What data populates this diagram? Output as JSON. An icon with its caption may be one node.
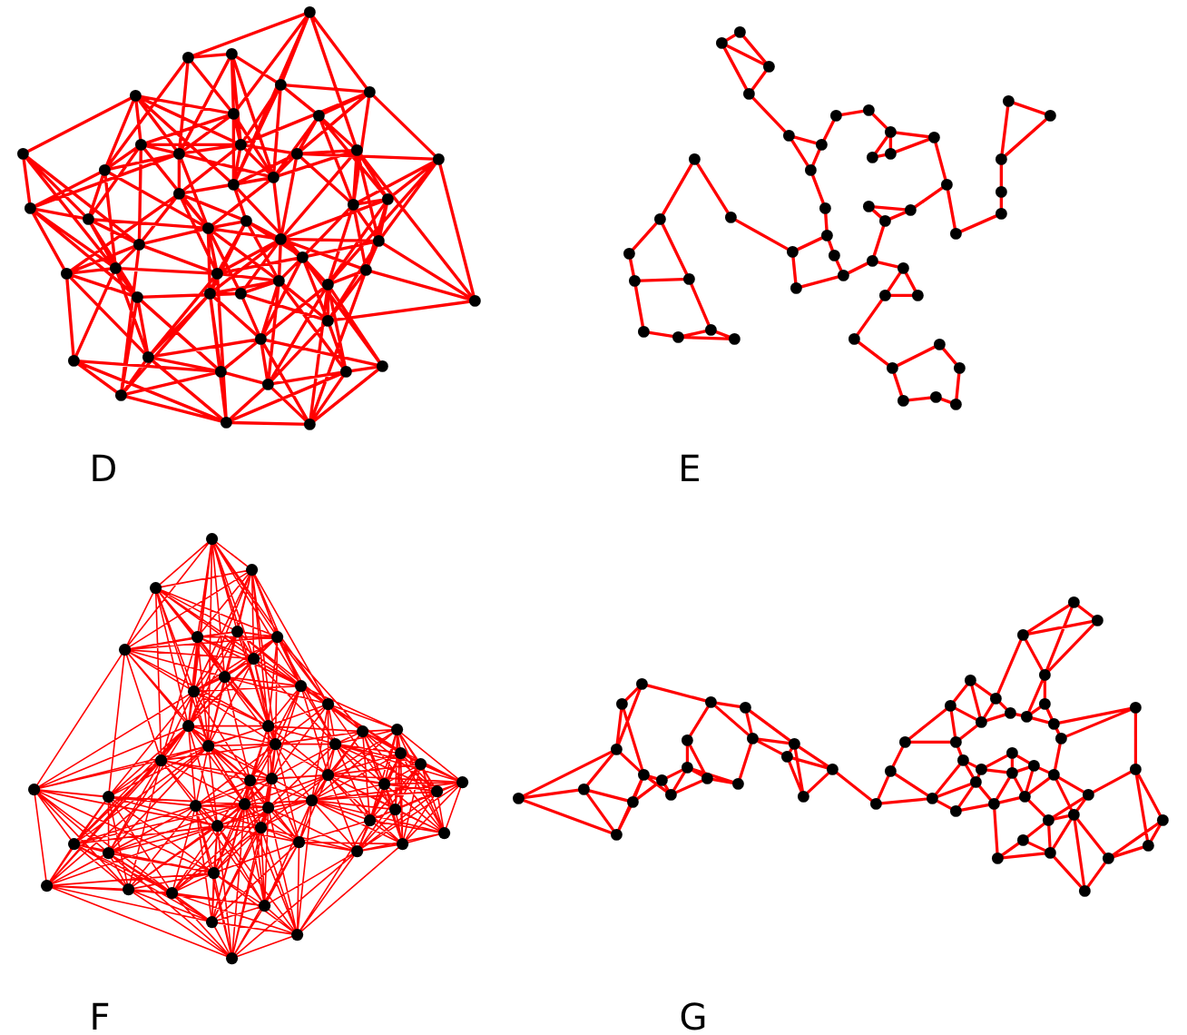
{
  "diagram": {
    "nodes": [
      {
        "text": [],
        "shape": "picture",
        "beside": [
          "D"
        ]
      },
      {
        "text": [],
        "shape": "picture",
        "beside": [
          "E"
        ]
      },
      {
        "text": [],
        "shape": "picture",
        "beside": [
          "F"
        ]
      },
      {
        "text": [],
        "shape": "picture",
        "beside": [
          "G"
        ]
      }
    ]
  }
}
